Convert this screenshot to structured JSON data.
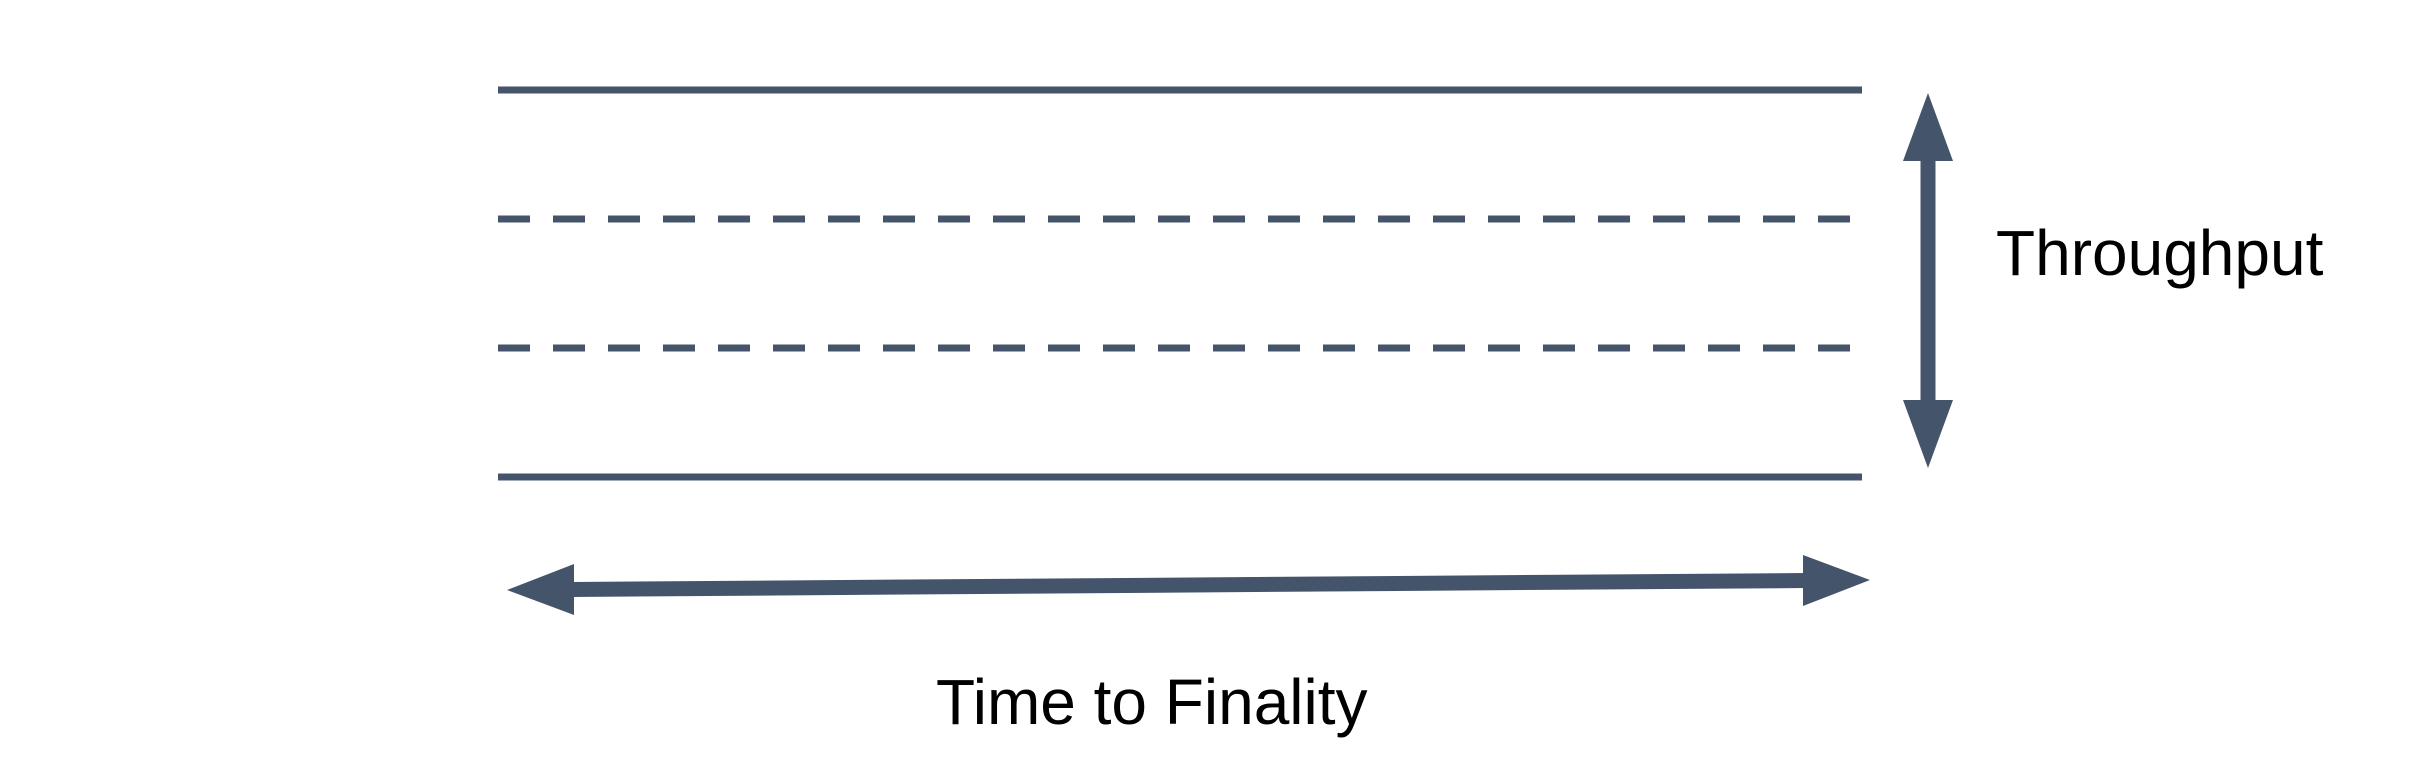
{
  "diagram": {
    "labels": {
      "throughput": "Throughput",
      "time_to_finality": "Time to Finality"
    },
    "band": {
      "line_styles": [
        "solid",
        "dashed",
        "dashed",
        "solid"
      ],
      "line_count": 4
    },
    "arrows": {
      "vertical": "double-headed",
      "horizontal": "double-headed"
    },
    "colors": {
      "line": "#44546A",
      "text": "#000000",
      "background": "#FFFFFF"
    }
  }
}
